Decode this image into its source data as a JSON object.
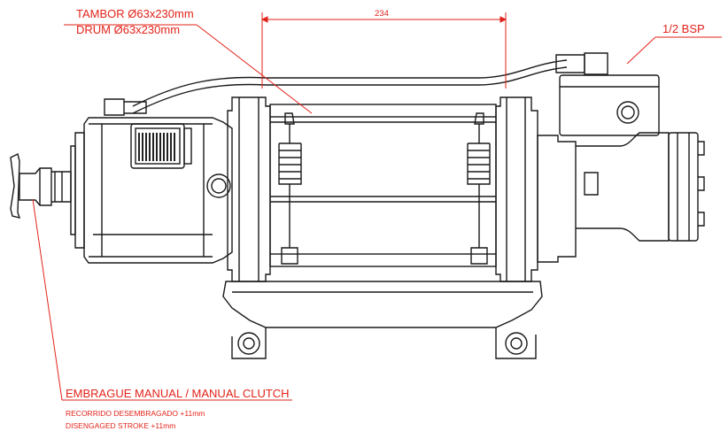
{
  "colors": {
    "annotation": "#e2231a",
    "line": "#1a1a1a",
    "hatch": "#333333"
  },
  "labels": {
    "drum_es": "TAMBOR Ø63x230mm",
    "drum_en": "DRUM Ø63x230mm",
    "dimension": "234",
    "port": "1/2 BSP",
    "clutch_title": "EMBRAGUE MANUAL / MANUAL CLUTCH",
    "stroke_es": "RECORRIDO DESEMBRAGADO +11mm",
    "stroke_en": "DISENGAGED STROKE +11mm"
  },
  "icons": [
    "clutch-handle-icon",
    "spring-icon",
    "hex-bolt-icon",
    "hydraulic-motor-icon"
  ]
}
